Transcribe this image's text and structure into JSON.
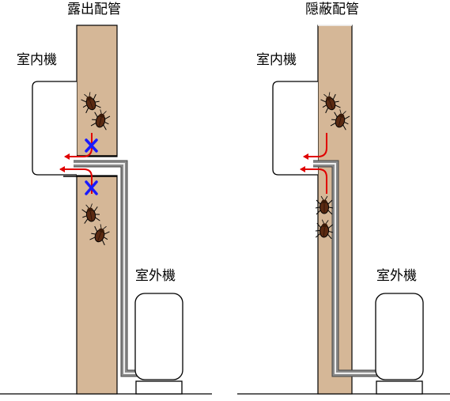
{
  "left_panel": {
    "title": "露出配管",
    "indoor_label": "室内機",
    "outdoor_label": "室外機"
  },
  "right_panel": {
    "title": "隠蔽配管",
    "indoor_label": "室内機",
    "outdoor_label": "室外機"
  },
  "colors": {
    "wall": "#d5b797",
    "pest_arrow": "#e00000",
    "blocked_mark": "#1a1aff",
    "pipe": "#8a8a8a",
    "pipe_highlight": "#eeeeee"
  },
  "icons": {
    "pest": "cockroach-icon",
    "blocked": "x-mark-icon"
  }
}
